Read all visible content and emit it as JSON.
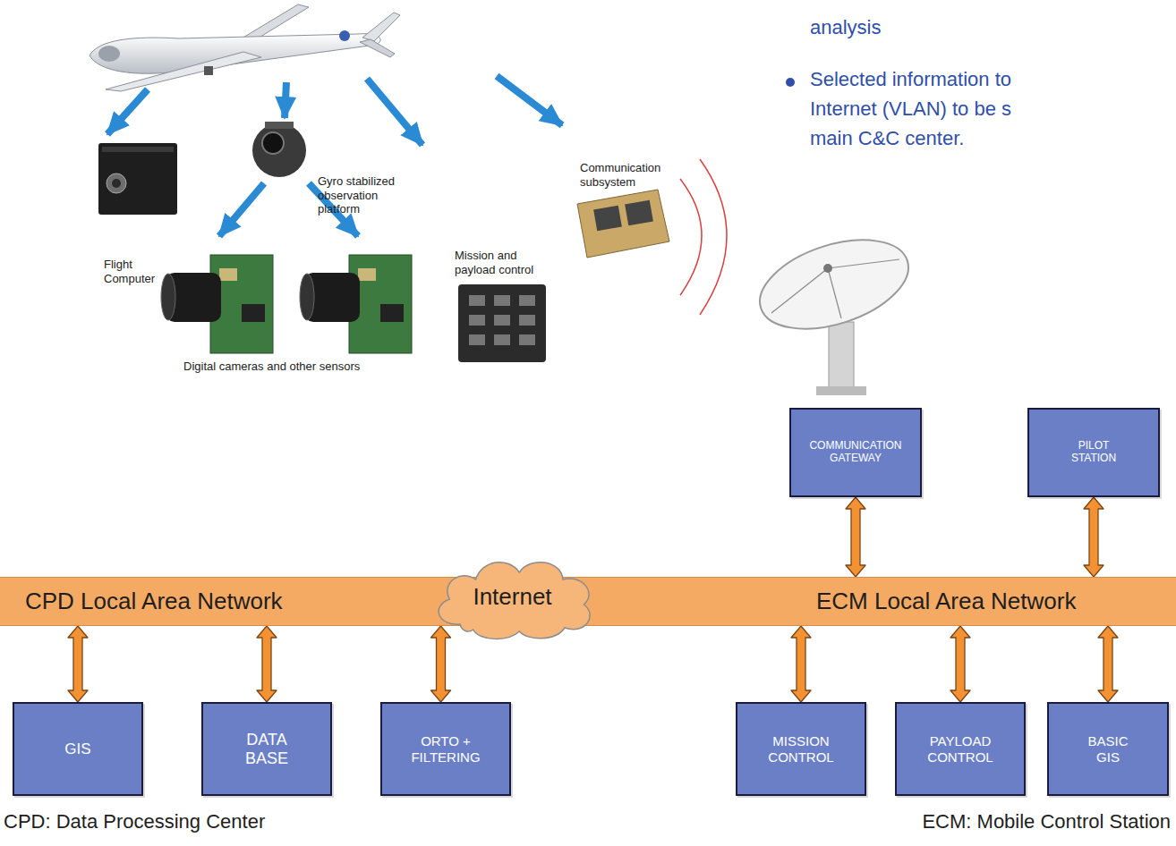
{
  "diagram": {
    "nodes": [
      {
        "text": [
          "COMMUNICATION GATEWAY"
        ]
      },
      {
        "text": [
          "PILOT STATION"
        ]
      },
      {
        "text": [
          "CPD Local Area Network"
        ]
      },
      {
        "text": [
          "Internet"
        ]
      },
      {
        "text": [
          "ECM Local Area Network"
        ]
      },
      {
        "text": [
          "GIS"
        ]
      },
      {
        "text": [
          "DATA BASE"
        ]
      },
      {
        "text": [
          "ORTO + FILTERING"
        ]
      },
      {
        "text": [
          "MISSION CONTROL"
        ]
      },
      {
        "text": [
          "PAYLOAD CONTROL"
        ]
      },
      {
        "text": [
          "BASIC GIS"
        ]
      }
    ],
    "edges": [
      {
        "from": 0,
        "to": 4,
        "arrow": "both"
      },
      {
        "from": 1,
        "to": 4,
        "arrow": "both"
      },
      {
        "from": 2,
        "to": 5,
        "arrow": "both"
      },
      {
        "from": 2,
        "to": 6,
        "arrow": "both"
      },
      {
        "from": 2,
        "to": 7,
        "arrow": "both"
      },
      {
        "from": 4,
        "to": 8,
        "arrow": "both"
      },
      {
        "from": 4,
        "to": 9,
        "arrow": "both"
      },
      {
        "from": 4,
        "to": 10,
        "arrow": "both"
      }
    ],
    "labels": [
      "analysis",
      "Selected information to Internet (VLAN) to be s main C&C center.",
      "Flight Computer",
      "Gyro stabilized observation platform",
      "Mission and payload control",
      "Communication subsystem",
      "Digital cameras and other sensors",
      "CPD: Data Processing Center",
      "ECM: Mobile Control Station"
    ]
  }
}
